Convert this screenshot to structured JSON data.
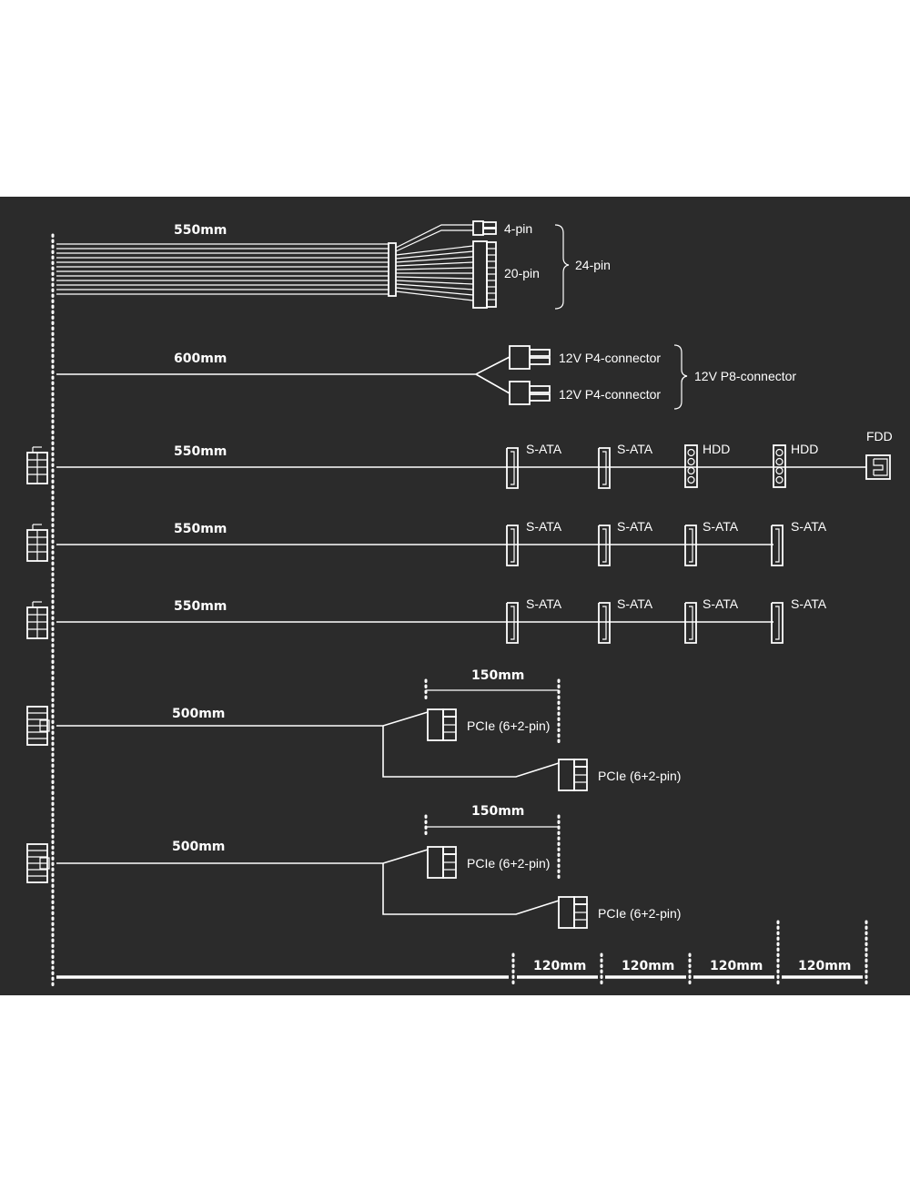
{
  "colors": {
    "background": "#2b2b2b",
    "line": "#ffffff",
    "page": "#ffffff"
  },
  "cables": {
    "atx": {
      "length": "550mm",
      "labels": {
        "four_pin": "4-pin",
        "twenty_pin": "20-pin",
        "group": "24-pin"
      }
    },
    "eps": {
      "length": "600mm",
      "labels": {
        "p4_top": "12V P4-connector",
        "p4_bottom": "12V P4-connector",
        "group": "12V P8-connector"
      }
    },
    "periph1": {
      "length": "550mm",
      "labels": [
        "S-ATA",
        "S-ATA",
        "HDD",
        "HDD",
        "FDD"
      ]
    },
    "sata2": {
      "length": "550mm",
      "labels": [
        "S-ATA",
        "S-ATA",
        "S-ATA",
        "S-ATA"
      ]
    },
    "sata3": {
      "length": "550mm",
      "labels": [
        "S-ATA",
        "S-ATA",
        "S-ATA",
        "S-ATA"
      ]
    },
    "pcie1": {
      "length": "500mm",
      "spacing": "150mm",
      "labels": [
        "PCIe (6+2-pin)",
        "PCIe (6+2-pin)"
      ]
    },
    "pcie2": {
      "length": "500mm",
      "spacing": "150mm",
      "labels": [
        "PCIe (6+2-pin)",
        "PCIe (6+2-pin)"
      ]
    }
  },
  "scale": {
    "segments": [
      "120mm",
      "120mm",
      "120mm",
      "120mm"
    ]
  }
}
